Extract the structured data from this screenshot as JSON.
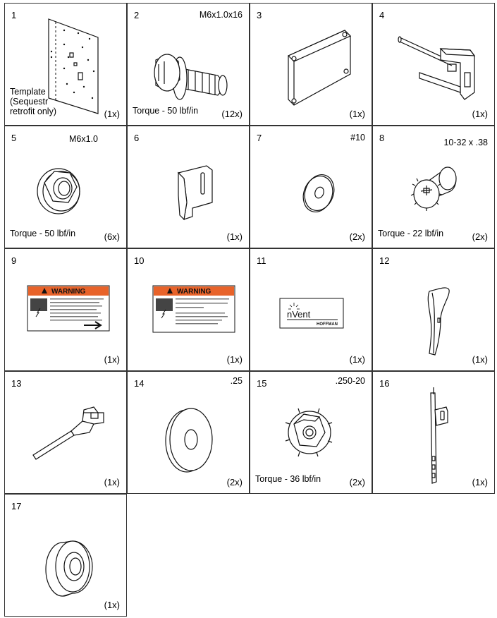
{
  "parts": [
    {
      "num": "1",
      "spec": "",
      "torque": "",
      "label": [
        "Template",
        "(Sequestr",
        "retrofit only)"
      ],
      "qty": "(1x)"
    },
    {
      "num": "2",
      "spec": "M6x1.0x16",
      "torque": "Torque - 50 lbf/in",
      "qty": "(12x)"
    },
    {
      "num": "3",
      "spec": "",
      "torque": "",
      "qty": "(1x)"
    },
    {
      "num": "4",
      "spec": "",
      "torque": "",
      "qty": "(1x)"
    },
    {
      "num": "5",
      "spec": "M6x1.0",
      "torque": "Torque - 50 lbf/in",
      "qty": "(6x)"
    },
    {
      "num": "6",
      "spec": "",
      "torque": "",
      "qty": "(1x)"
    },
    {
      "num": "7",
      "spec": "#10",
      "torque": "",
      "qty": "(2x)"
    },
    {
      "num": "8",
      "spec": "10-32 x .38",
      "torque": "Torque - 22 lbf/in",
      "qty": "(2x)"
    },
    {
      "num": "9",
      "spec": "",
      "torque": "",
      "qty": "(1x)",
      "warning": "WARNING"
    },
    {
      "num": "10",
      "spec": "",
      "torque": "",
      "qty": "(1x)",
      "warning": "WARNING"
    },
    {
      "num": "11",
      "spec": "",
      "torque": "",
      "qty": "(1x)",
      "brand": "nVent",
      "sub": "HOFFMAN"
    },
    {
      "num": "12",
      "spec": "",
      "torque": "",
      "qty": "(1x)"
    },
    {
      "num": "13",
      "spec": "",
      "torque": "",
      "qty": "(1x)"
    },
    {
      "num": "14",
      "spec": ".25",
      "torque": "",
      "qty": "(2x)"
    },
    {
      "num": "15",
      "spec": ".250-20",
      "torque": "Torque - 36 lbf/in",
      "qty": "(2x)"
    },
    {
      "num": "16",
      "spec": "",
      "torque": "",
      "qty": "(1x)"
    },
    {
      "num": "17",
      "spec": "",
      "torque": "",
      "qty": "(1x)"
    }
  ],
  "colors": {
    "warning_orange": "#e8632a",
    "border": "#333333"
  }
}
